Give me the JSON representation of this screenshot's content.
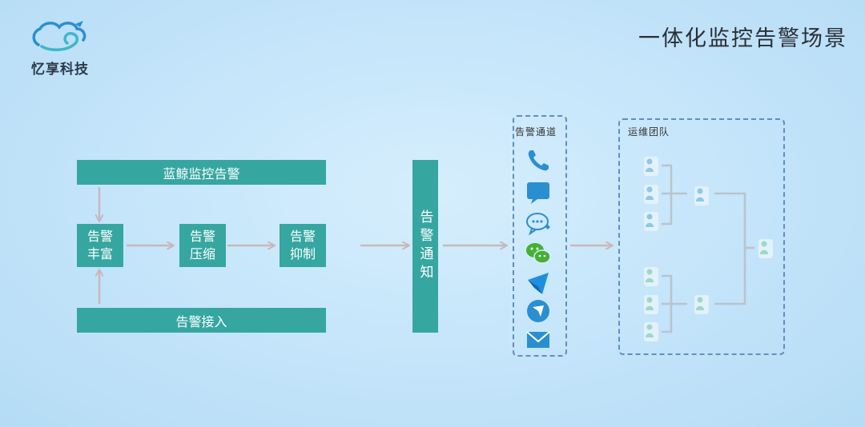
{
  "brand": {
    "name": "忆享科技"
  },
  "title": "一体化监控告警场景",
  "flow": {
    "top_box": "蓝鲸监控告警",
    "bottom_box": "告警接入",
    "enrich": "告警\n丰富",
    "compress": "告警\n压缩",
    "suppress": "告警\n抑制",
    "notify": "告警通知"
  },
  "channels": {
    "label": "告警通道",
    "icons": [
      "phone-icon",
      "sms-icon",
      "chat-icon",
      "wechat-icon",
      "dingtalk-icon",
      "feishu-icon",
      "email-icon"
    ]
  },
  "team": {
    "label": "运维团队"
  },
  "colors": {
    "box": "#36a6a1",
    "arrow": "#c8b8b8",
    "dash": "#5f8fbf",
    "person_blue": "#8ec8e8",
    "person_green": "#9fd8c4"
  }
}
